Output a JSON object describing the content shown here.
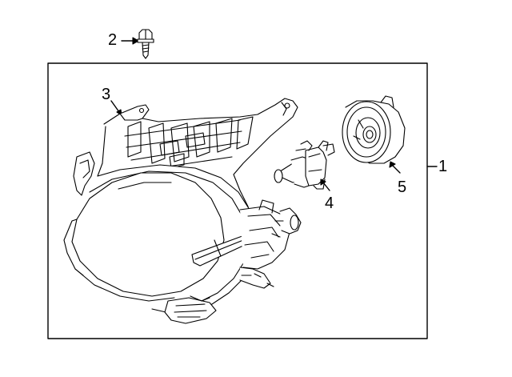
{
  "callouts": {
    "assembly": "1",
    "bolt": "2",
    "housing": "3",
    "bulb": "4",
    "socket": "5"
  },
  "colors": {
    "line": "#000000",
    "background": "#ffffff"
  }
}
